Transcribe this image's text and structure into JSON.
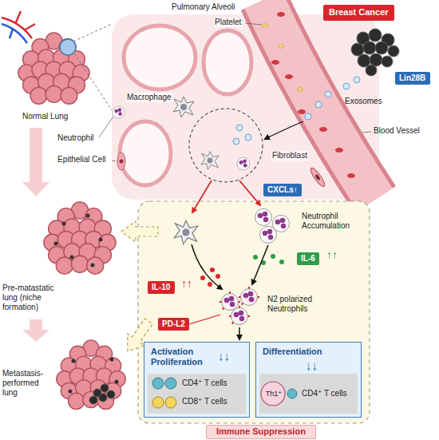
{
  "diagram": {
    "nodes": [
      {
        "text": [
          "Breast Cancer"
        ]
      },
      {
        "text": [
          "Lin28B"
        ]
      },
      {
        "text": [
          "CXCLs↑"
        ]
      },
      {
        "text": [
          "IL-6"
        ]
      },
      {
        "text": [
          "IL-10"
        ]
      },
      {
        "text": [
          "PD-L2"
        ]
      },
      {
        "text": [
          "Activation Proliferation",
          "↓↓"
        ]
      },
      {
        "text": [
          "CD4⁺ T cells",
          "CD8⁺ T cells"
        ],
        "in": 6
      },
      {
        "text": [
          "Differentiation",
          "↓↓"
        ]
      },
      {
        "text": [
          "Th1⁺",
          "CD4⁺ T cells"
        ],
        "in": 8
      },
      {
        "text": [
          "Immune Suppression"
        ]
      }
    ],
    "labels": [
      "Pulmonary Alveoli",
      "Platelet",
      "Normal Lung",
      "Macrophage",
      "Exosomes",
      "Neutrophil",
      "Epithelial Cell",
      "Fibroblast",
      "Blood Vessel",
      "Pre-matastatic lung (niche formation)",
      "Metastasis-performed lung",
      "Neutrophil Accumulation",
      "↑↑",
      "↑↑",
      "N2 polarized Neutrophils"
    ]
  }
}
